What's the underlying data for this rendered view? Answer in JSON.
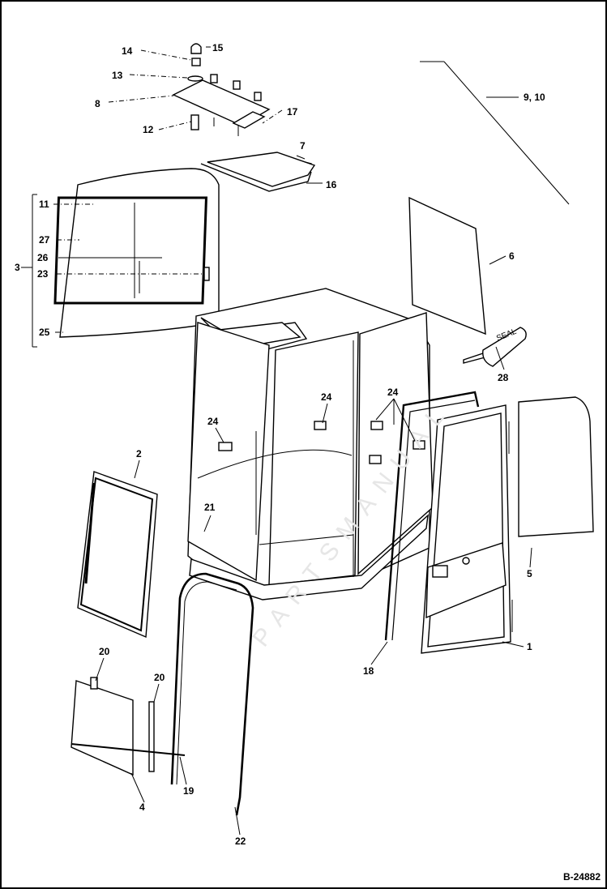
{
  "diagram": {
    "id": "B-24882",
    "labels": {
      "l1": "1",
      "l2": "2",
      "l3": "3",
      "l4": "4",
      "l5": "5",
      "l6": "6",
      "l7": "7",
      "l8": "8",
      "l9_10": "9, 10",
      "l11": "11",
      "l12": "12",
      "l13": "13",
      "l14": "14",
      "l15": "15",
      "l16": "16",
      "l17": "17",
      "l18": "18",
      "l19": "19",
      "l20a": "20",
      "l20b": "20",
      "l21": "21",
      "l22": "22",
      "l23": "23",
      "l24a": "24",
      "l24b": "24",
      "l24c": "24",
      "l25": "25",
      "l26": "26",
      "l27": "27",
      "l28": "28"
    },
    "seal_text": "SEAL"
  }
}
